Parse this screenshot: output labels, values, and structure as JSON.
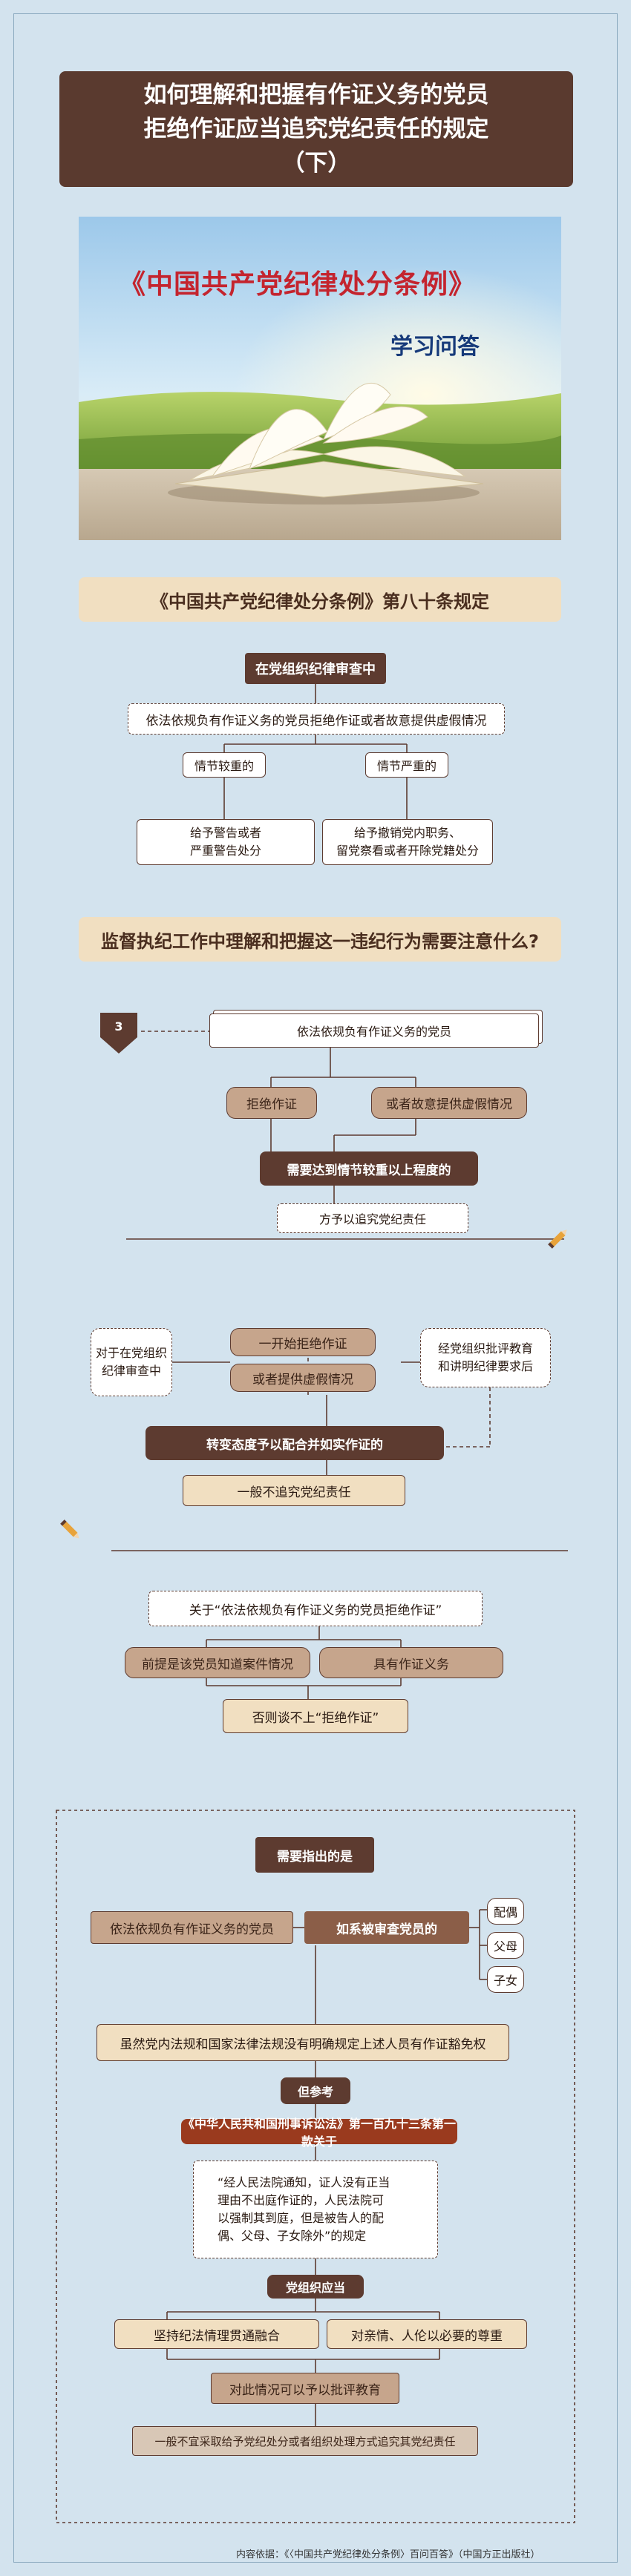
{
  "header": {
    "title_line1": "如何理解和把握有作证义务的党员",
    "title_line2": "拒绝作证应当追究党纪责任的规定",
    "title_line3": "（下）"
  },
  "hero": {
    "book_title": "《中国共产党纪律处分条例》",
    "subtitle": "学习问答"
  },
  "article_section": {
    "heading": "《中国共产党纪律处分条例》第八十条规定",
    "context": "在党组织纪律审查中",
    "condition": "依法依规负有作证义务的党员拒绝作证或者故意提供虚假情况",
    "branch_light": "情节较重的",
    "branch_heavy": "情节严重的",
    "result_light_l1": "给予警告或者",
    "result_light_l2": "严重警告处分",
    "result_heavy_l1": "给予撤销党内职务、",
    "result_heavy_l2": "留党察看或者开除党籍处分"
  },
  "question_section": {
    "heading": "监督执纪工作中理解和把握这一违纪行为需要注意什么?",
    "flag_number": "3",
    "subject": "依法依规负有作证义务的党员",
    "action_refuse": "拒绝作证",
    "action_false": "或者故意提供虚假情况",
    "threshold": "需要达到情节较重以上程度的",
    "conclusion": "方予以追究党纪责任"
  },
  "correction_section": {
    "left_l1": "对于在党组织",
    "left_l2": "纪律审查中",
    "center_top": "一开始拒绝作证",
    "center_bottom": "或者提供虚假情况",
    "right_l1": "经党组织批评教育",
    "right_l2": "和讲明纪律要求后",
    "turn": "转变态度予以配合并如实作证的",
    "result": "一般不追究党纪责任"
  },
  "premise_section": {
    "about": "关于“依法依规负有作证义务的党员拒绝作证”",
    "premise_left": "前提是该党员知道案件情况",
    "premise_right": "具有作证义务",
    "otherwise": "否则谈不上“拒绝作证”"
  },
  "note_section": {
    "heading": "需要指出的是",
    "subject": "依法依规负有作证义务的党员",
    "condition": "如系被审查党员的",
    "relation_spouse": "配偶",
    "relation_parents": "父母",
    "relation_children": "子女",
    "exemption": "虽然党内法规和国家法律法规没有明确规定上述人员有作证豁免权",
    "reference_label": "但参考",
    "law": "《中华人民共和国刑事诉讼法》第一百九十三条第一款关于",
    "quote_l1": "“经人民法院通知，证人没有正当",
    "quote_l2": "理由不出庭作证的，人民法院可",
    "quote_l3": "以强制其到庭，但是被告人的配",
    "quote_l4": "偶、父母、子女除外”的规定",
    "should_label": "党组织应当",
    "principle_left": "坚持纪法情理贯通融合",
    "principle_right": "对亲情、人伦以必要的尊重",
    "handling": "对此情况可以予以批评教育",
    "final": "一般不宜采取给予党纪处分或者组织处理方式追究其党纪责任"
  },
  "footer": {
    "citation": "内容依据：《〈中国共产党纪律处分条例〉百问百答》（中国方正出版社）"
  },
  "colors": {
    "background": "#d3e3ee",
    "dark_brown": "#5d3b30",
    "tan": "#c6a58c",
    "cream": "#f1dfc1",
    "accent_red": "#c4242e"
  }
}
